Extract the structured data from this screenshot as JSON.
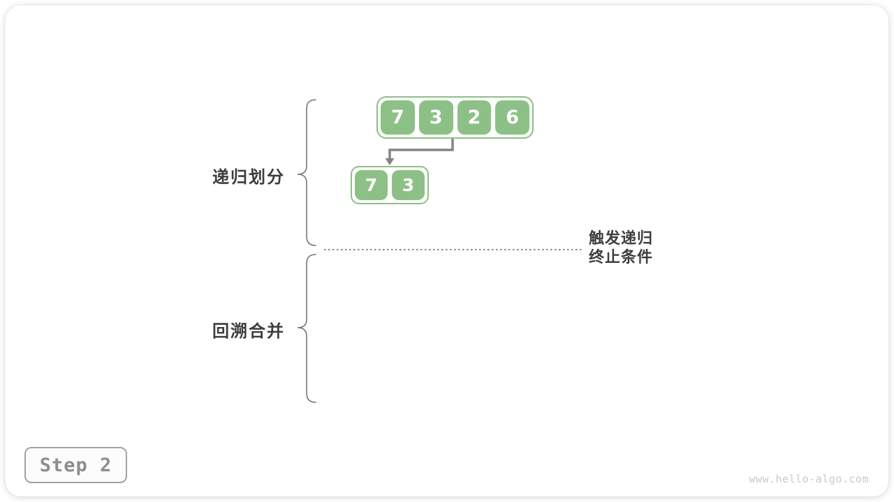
{
  "colors": {
    "green": "#8dc086",
    "green_dark": "#7cb077",
    "arrow": "#848484",
    "label": "#3d3d3d",
    "brace": "#767676",
    "dotted": "#8a8a8a",
    "badge_border": "#a2a2a2",
    "badge_text": "#8d8d8d",
    "watermark": "#c9c9c9"
  },
  "diagram": {
    "phase_labels": {
      "divide": "递归划分",
      "merge": "回溯合并"
    },
    "termination_note": {
      "line1": "触发递归",
      "line2": "终止条件"
    },
    "arrays": [
      {
        "values": [
          "7",
          "3",
          "2",
          "6"
        ]
      },
      {
        "values": [
          "7",
          "3"
        ]
      }
    ]
  },
  "step_badge": {
    "label": "Step 2"
  },
  "watermark": "www.hello-algo.com"
}
